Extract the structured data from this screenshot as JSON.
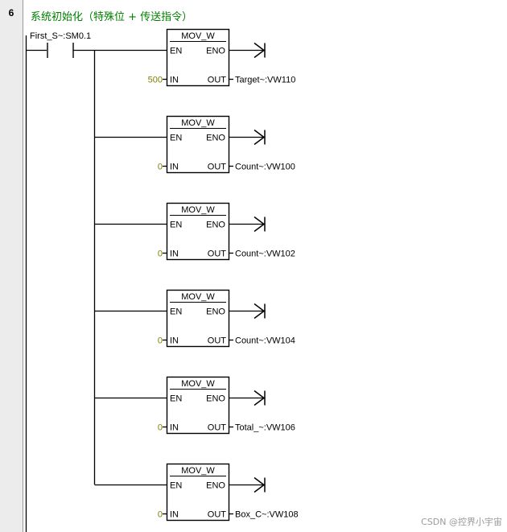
{
  "network": {
    "number": "6",
    "comment": "系统初始化（特殊位 + 传送指令）"
  },
  "contact": {
    "label": "First_S~:SM0.1"
  },
  "blocks": [
    {
      "title": "MOV_W",
      "en": "EN",
      "eno": "ENO",
      "in_pin": "IN",
      "out_pin": "OUT",
      "in_value": "500",
      "out_value": "Target~:VW110"
    },
    {
      "title": "MOV_W",
      "en": "EN",
      "eno": "ENO",
      "in_pin": "IN",
      "out_pin": "OUT",
      "in_value": "0",
      "out_value": "Count~:VW100"
    },
    {
      "title": "MOV_W",
      "en": "EN",
      "eno": "ENO",
      "in_pin": "IN",
      "out_pin": "OUT",
      "in_value": "0",
      "out_value": "Count~:VW102"
    },
    {
      "title": "MOV_W",
      "en": "EN",
      "eno": "ENO",
      "in_pin": "IN",
      "out_pin": "OUT",
      "in_value": "0",
      "out_value": "Count~:VW104"
    },
    {
      "title": "MOV_W",
      "en": "EN",
      "eno": "ENO",
      "in_pin": "IN",
      "out_pin": "OUT",
      "in_value": "0",
      "out_value": "Total_~:VW106"
    },
    {
      "title": "MOV_W",
      "en": "EN",
      "eno": "ENO",
      "in_pin": "IN",
      "out_pin": "OUT",
      "in_value": "0",
      "out_value": "Box_C~:VW108"
    }
  ],
  "watermark": "CSDN @控界小宇宙"
}
